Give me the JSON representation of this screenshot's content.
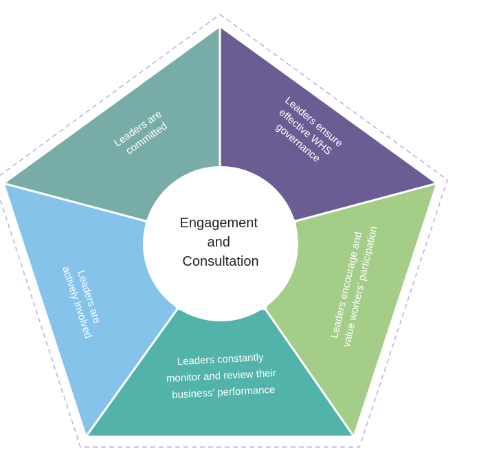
{
  "center": {
    "lines": [
      "Engagement",
      "and",
      "Consultation"
    ]
  },
  "segments": [
    {
      "id": "committed",
      "lines": [
        "Leaders are",
        "committed"
      ],
      "color": "#78aca7"
    },
    {
      "id": "governance",
      "lines": [
        "Leaders ensure",
        "effective WHS",
        "governance"
      ],
      "color": "#6c5c94"
    },
    {
      "id": "participation",
      "lines": [
        "Leaders encourage and",
        "value workers’ participation"
      ],
      "color": "#a4cd88"
    },
    {
      "id": "monitor",
      "lines": [
        "Leaders constantly",
        "monitor and review their",
        "business’ performance"
      ],
      "color": "#51b3a9"
    },
    {
      "id": "involved",
      "lines": [
        "Leaders are",
        "actively involved"
      ],
      "color": "#86c3eb"
    }
  ],
  "outline_color": "#b6b0e0"
}
